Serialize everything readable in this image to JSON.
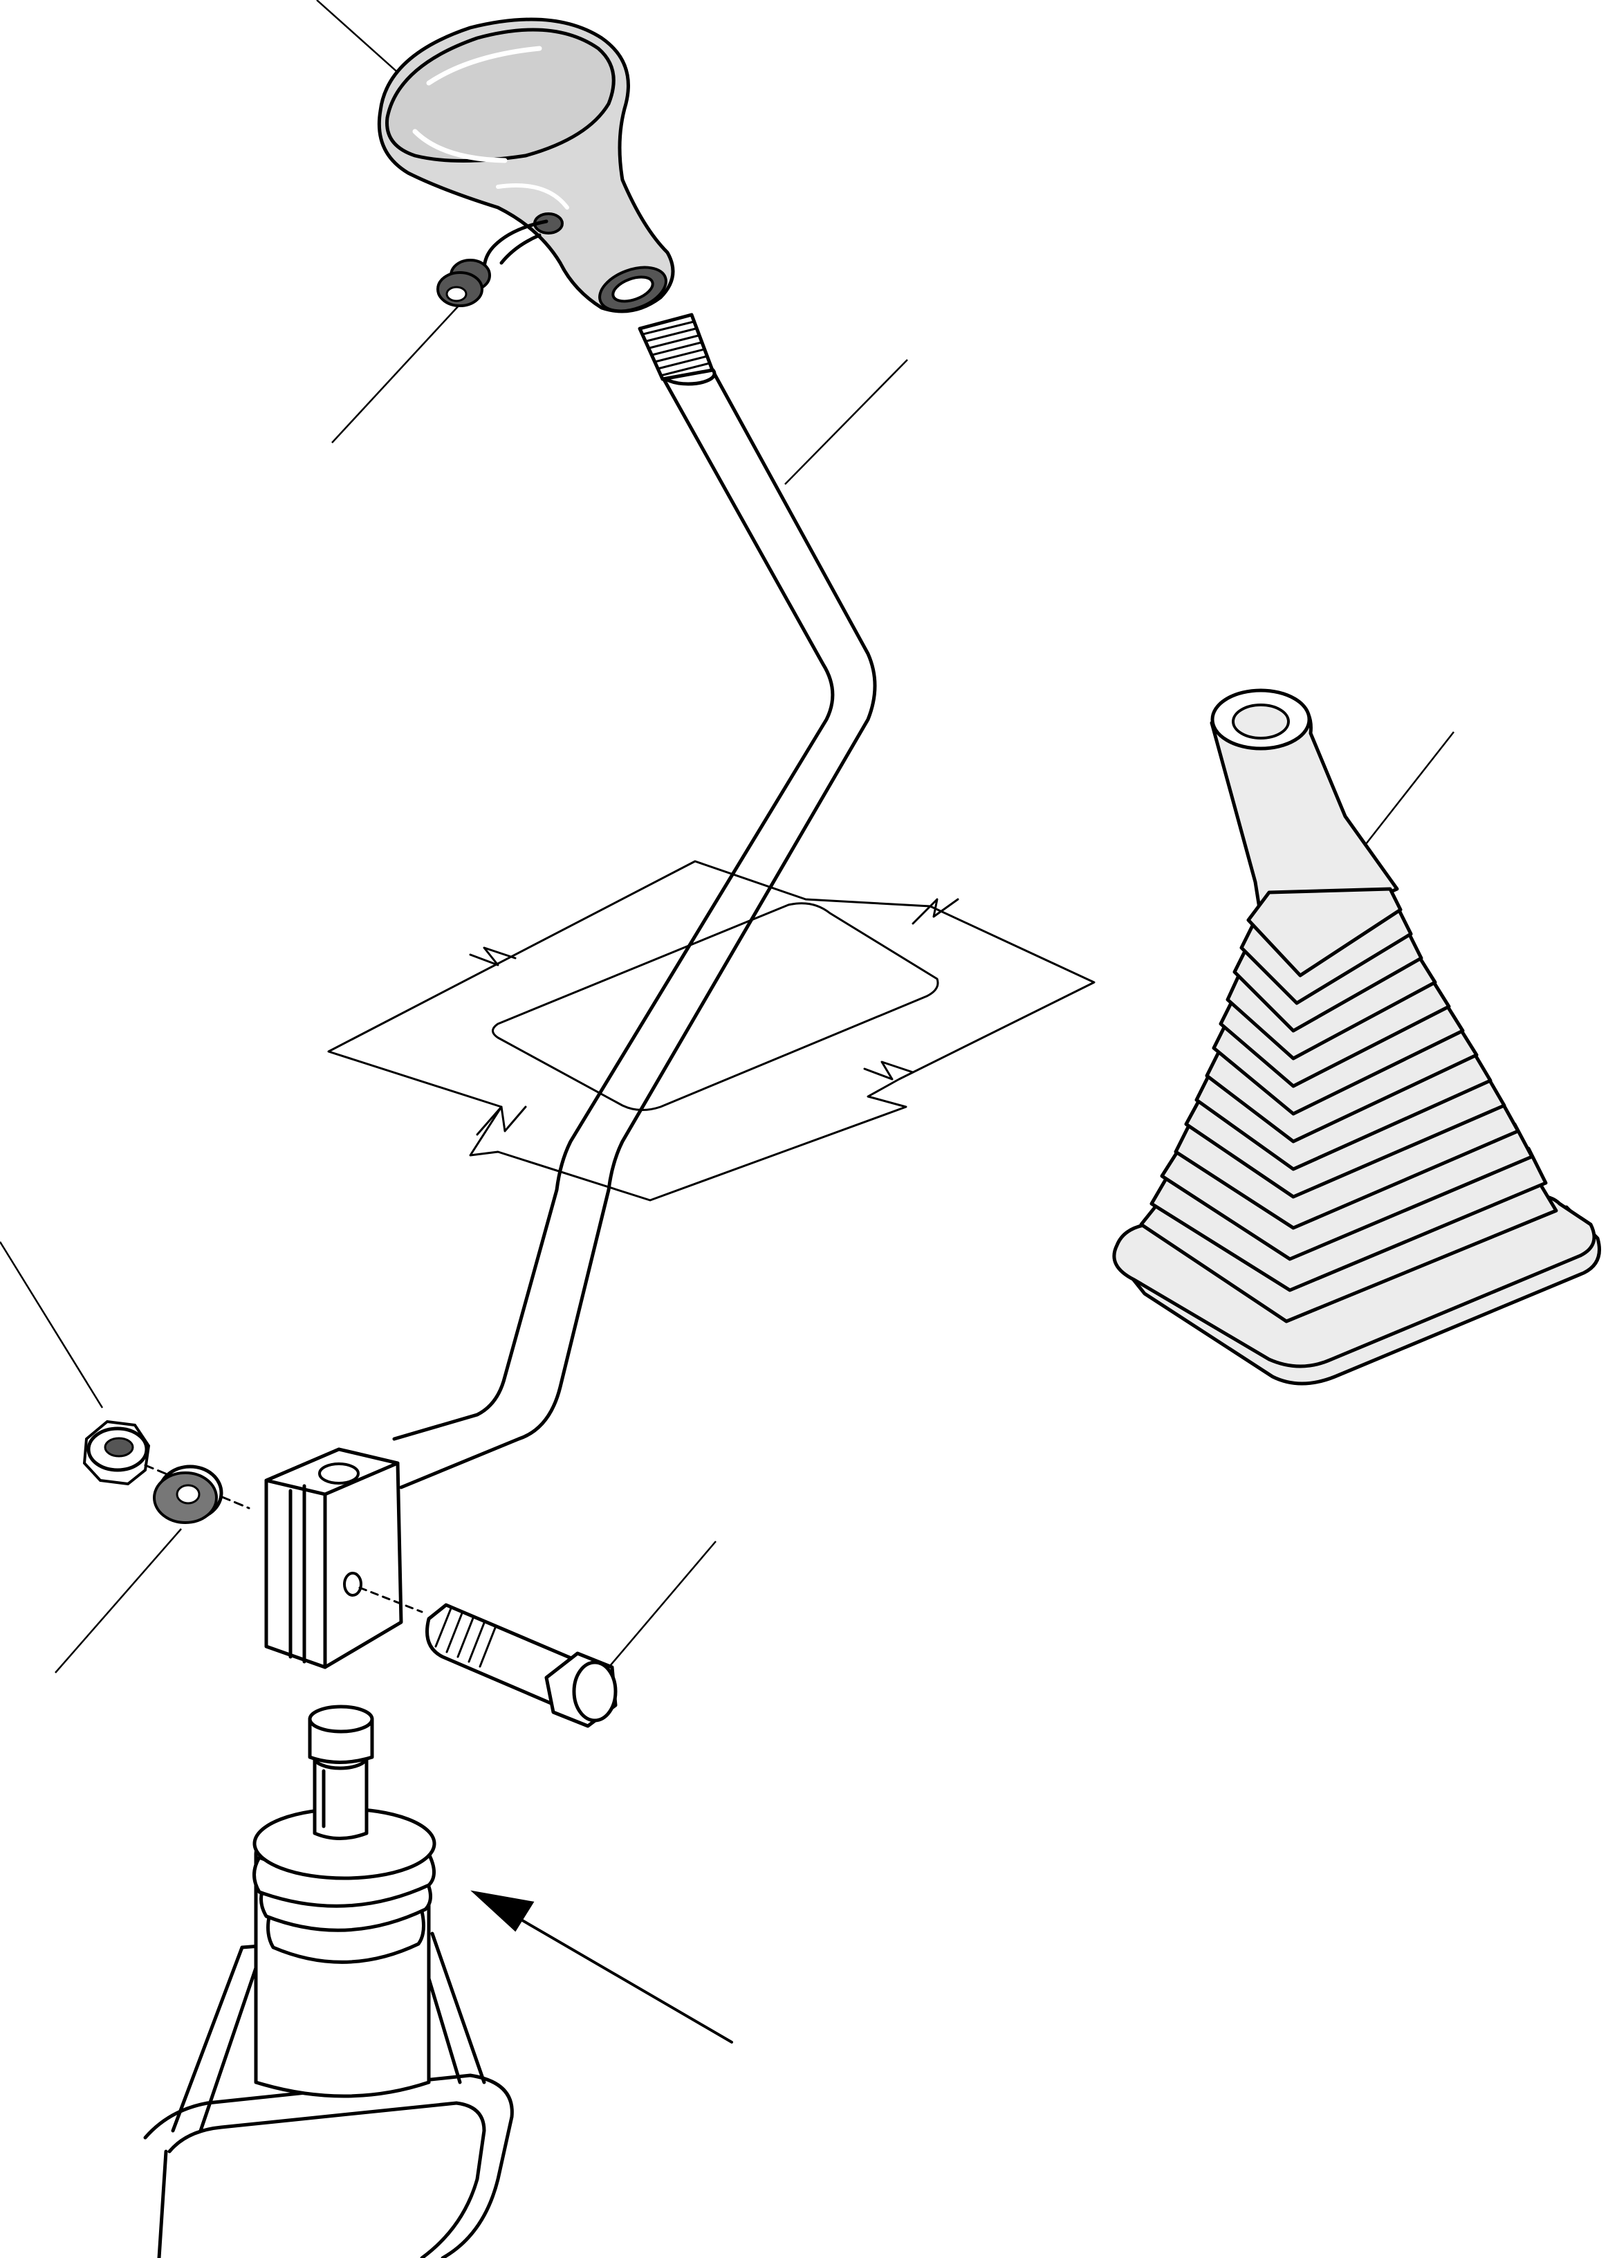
{
  "figure": {
    "type": "exploded parts illustration",
    "parts": [
      {
        "id": "knob",
        "icon": "gear-lever-knob-icon"
      },
      {
        "id": "switch",
        "icon": "knob-switch-plug-icon"
      },
      {
        "id": "lever",
        "icon": "bent-lever-rod-icon"
      },
      {
        "id": "floor-panel",
        "icon": "floor-cutout-panel-icon"
      },
      {
        "id": "boot",
        "icon": "rubber-gaiter-boot-icon"
      },
      {
        "id": "nut",
        "icon": "hex-nut-icon"
      },
      {
        "id": "washer",
        "icon": "washer-icon"
      },
      {
        "id": "clamp-block",
        "icon": "clamp-block-icon"
      },
      {
        "id": "bolt",
        "icon": "bolt-icon"
      },
      {
        "id": "control-unit",
        "icon": "gearbox-control-unit-icon"
      }
    ],
    "callouts": 8,
    "arrows": 1
  }
}
